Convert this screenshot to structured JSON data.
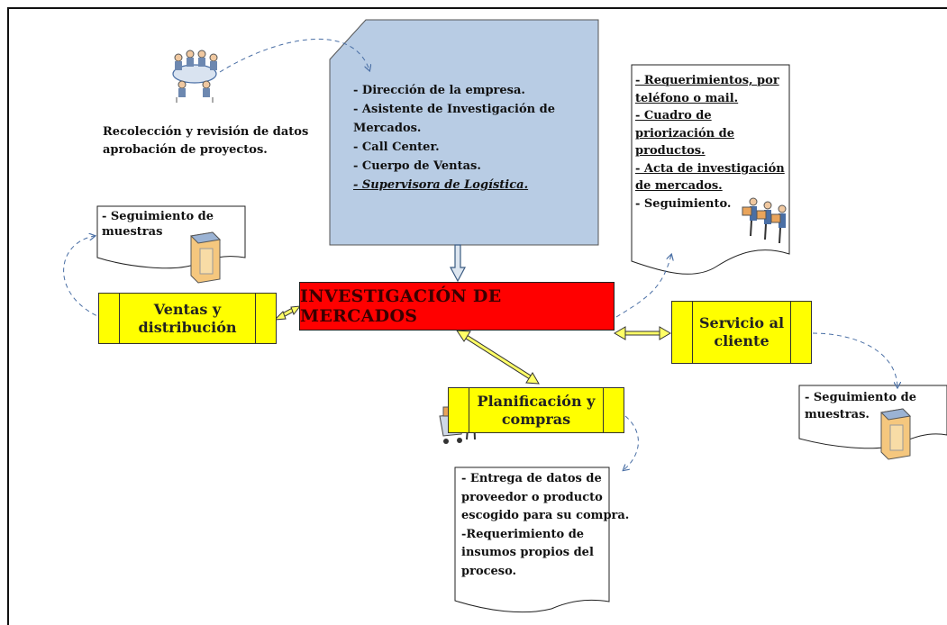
{
  "top_left_caption": [
    "Recolección y revisión de datos",
    "aprobación de proyectos."
  ],
  "card_items": [
    "- Dirección de la empresa.",
    "- Asistente de Investigación de",
    "Mercados.",
    "- Call Center.",
    "- Cuerpo de Ventas.",
    "- Supervisora de Logística."
  ],
  "right_doc_items": [
    "- Requerimientos, por",
    "teléfono o mail.",
    "- Cuadro de",
    "priorización de",
    "productos.",
    "- Acta de investigación",
    "de mercados.",
    "- Seguimiento."
  ],
  "left_doc_items": [
    "- Seguimiento de",
    "muestras"
  ],
  "right_small_doc_items": [
    "- Seguimiento de",
    "muestras."
  ],
  "bottom_doc_items": [
    "- Entrega de datos de",
    "proveedor o producto",
    "escogido para su compra.",
    "-Requerimiento de",
    "insumos propios del",
    "proceso."
  ],
  "center_process": "INVESTIGACIÓN DE MERCADOS",
  "process_ventas": [
    "Ventas y",
    "distribución"
  ],
  "process_servicio": [
    "Servicio al",
    "cliente"
  ],
  "process_planificacion": [
    "Planificación y",
    "compras"
  ],
  "colors": {
    "center": "#ff0000",
    "process": "#ffff00",
    "card": "#b8cce4",
    "arrow_yellow": "#ffff66",
    "dashed": "#4a6fa5"
  },
  "icons": [
    "meeting-icon",
    "server-icon",
    "people-with-boxes-icon",
    "shopping-cart-person-icon"
  ]
}
